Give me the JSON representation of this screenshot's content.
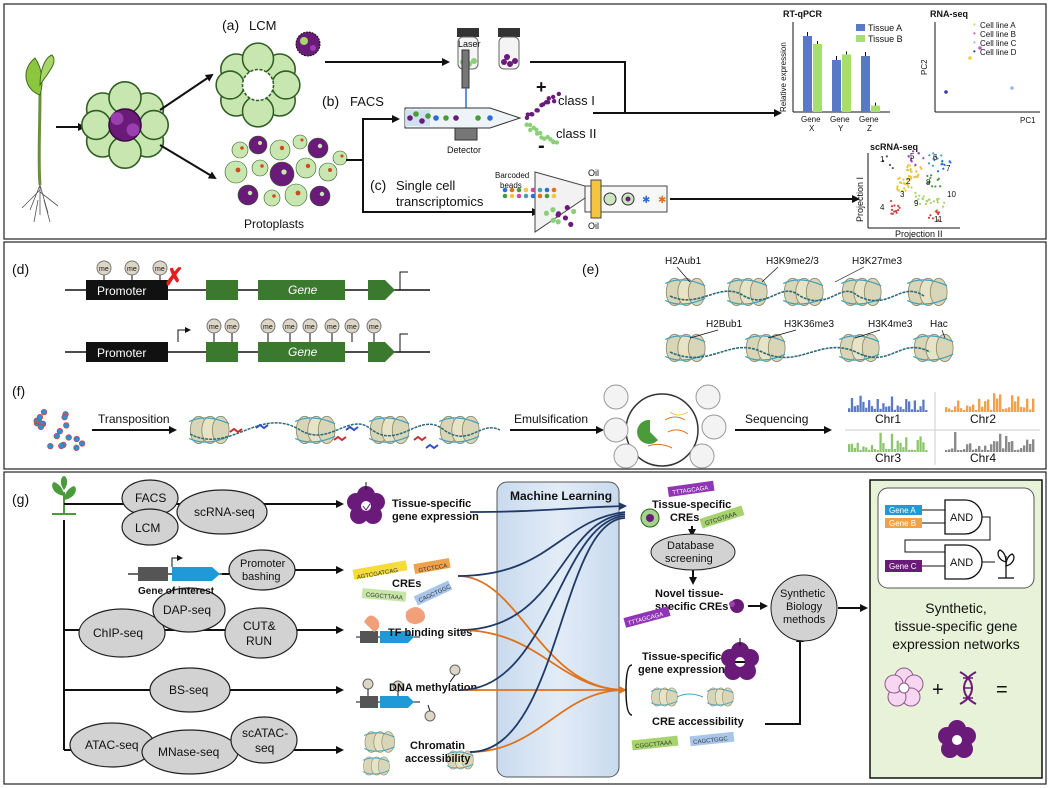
{
  "panel_a": {
    "letter": "(a)",
    "title": "LCM"
  },
  "panel_b": {
    "letter": "(b)",
    "title": "FACS",
    "laser": "Laser",
    "detector": "Detector",
    "plus": "+",
    "minus": "-",
    "class1": "class I",
    "class2": "class II"
  },
  "panel_c": {
    "letter": "(c)",
    "title_line1": "Single cell",
    "title_line2": "transcriptomics",
    "barcoded_line1": "Barcoded",
    "barcoded_line2": "beads",
    "oil_top": "Oil",
    "oil_bottom": "Oil"
  },
  "protoplasts": "Protoplasts",
  "rtqpcr": {
    "title": "RT-qPCR",
    "ylabel": "Relative expression",
    "legend": [
      "Tissue A",
      "Tissue B"
    ],
    "categories": [
      {
        "line1": "Gene",
        "line2": "X"
      },
      {
        "line1": "Gene",
        "line2": "Y"
      },
      {
        "line1": "Gene",
        "line2": "Z"
      }
    ]
  },
  "rnaseq": {
    "title": "RNA-seq",
    "xlabel": "PC1",
    "ylabel": "PC2",
    "legend": [
      "Cell line A",
      "Cell line B",
      "Cell line C",
      "Cell line D"
    ]
  },
  "scrnaseq": {
    "title": "scRNA-seq",
    "xlabel": "Projection II",
    "ylabel": "Projection I",
    "clusters": [
      "1",
      "2",
      "3",
      "4",
      "5",
      "6",
      "7",
      "8",
      "9",
      "10",
      "11"
    ]
  },
  "panel_d": {
    "letter": "(d)",
    "me": "me",
    "promoter": "Promoter",
    "gene": "Gene"
  },
  "panel_e": {
    "letter": "(e)",
    "marks": [
      "H2Aub1",
      "H3K9me2/3",
      "H3K27me3",
      "H2Bub1",
      "H3K36me3",
      "H3K4me3",
      "Hac"
    ]
  },
  "panel_f": {
    "letter": "(f)",
    "steps": [
      "Transposition",
      "Emulsification",
      "Sequencing"
    ],
    "chroms": [
      "Chr1",
      "Chr2",
      "Chr3",
      "Chr4"
    ]
  },
  "panel_g": {
    "letter": "(g)",
    "methods": {
      "facs": "FACS",
      "lcm": "LCM",
      "scrnaseq": "scRNA-seq",
      "promoter_bashing_1": "Promoter",
      "promoter_bashing_2": "bashing",
      "chipseq": "ChIP-seq",
      "dapseq": "DAP-seq",
      "cutrun_1": "CUT&",
      "cutrun_2": "RUN",
      "bsseq": "BS-seq",
      "atacseq": "ATAC-seq",
      "mnaseseq": "MNase-seq",
      "scatac_1": "scATAC-",
      "scatac_2": "seq"
    },
    "gene_of_interest": "Gene of interest",
    "data_types": {
      "tsge_1": "Tissue-specific",
      "tsge_2": "gene expression",
      "cres": "CREs",
      "tfbs": "TF binding sites",
      "dnameth": "DNA methylation",
      "chrom_1": "Chromatin",
      "chrom_2": "accessibility"
    },
    "cre_seqs": [
      "AGTCGATCAG",
      "GTCTCCA",
      "CGGCTTAAA",
      "CAGCTGGC"
    ],
    "machine_learning": "Machine Learning",
    "outputs": {
      "tscre_1": "Tissue-specific",
      "tscre_2": "CREs",
      "db_1": "Database",
      "db_2": "screening",
      "novel_1": "Novel tissue-",
      "novel_2": "specific CREs",
      "tsge_1": "Tissue-specific",
      "tsge_2": "gene expression",
      "crea": "CRE accessibility",
      "synbio_1": "Synthetic",
      "synbio_2": "Biology",
      "synbio_3": "methods"
    },
    "out_seqs": [
      "TTTAGCAGA",
      "GTCGTAAA",
      "TTTAGCAGA",
      "CGGCTTAAA",
      "CAGCTGGC"
    ],
    "network": {
      "gene_a": "Gene A",
      "gene_b": "Gene B",
      "gene_c": "Gene C",
      "and1": "AND",
      "and2": "AND",
      "title_1": "Synthetic,",
      "title_2": "tissue-specific gene",
      "title_3": "expression networks",
      "plus": "+",
      "equals": "="
    }
  },
  "colors": {
    "leaf_light": "#c8e6b0",
    "leaf_dark": "#2f6b2a",
    "purple": "#6a1b7a",
    "green": "#3b7a2e",
    "ml_bg": "#dce8f4",
    "network_bg": "#e8f2d8",
    "orange": "#e0721c",
    "navy": "#1f3a66"
  }
}
